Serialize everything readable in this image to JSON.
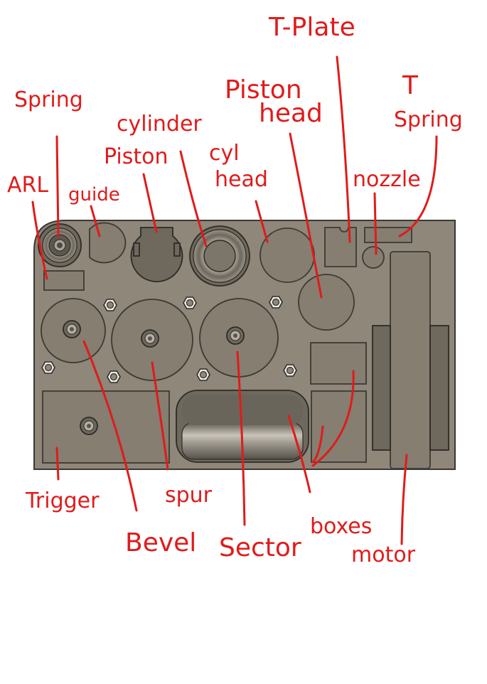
{
  "labels": {
    "t_plate": "T-Plate",
    "piston_head": [
      "Piston",
      "head"
    ],
    "t_spring": [
      "T",
      "Spring"
    ],
    "spring": "Spring",
    "cylinder": "cylinder",
    "piston": "Piston",
    "cyl_head": [
      "cyl",
      "head"
    ],
    "nozzle": "nozzle",
    "arl": "ARL",
    "guide": "guide",
    "trigger": "Trigger",
    "spur": "spur",
    "bevel": "Bevel",
    "sector": "Sector",
    "boxes": "boxes",
    "motor": "motor"
  },
  "colors": {
    "annotation": "#e01b1b",
    "plate": "#8e877a"
  }
}
